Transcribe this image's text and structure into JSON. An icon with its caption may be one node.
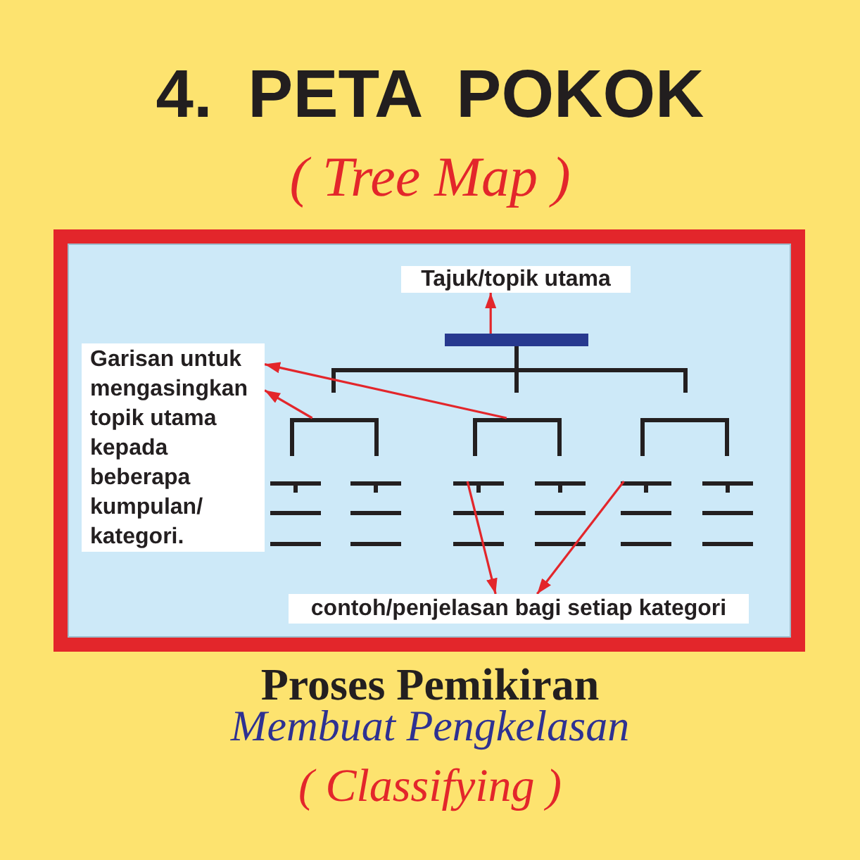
{
  "diagram": {
    "title": "4. PETA POKOK",
    "nodes": [
      {
        "text": [],
        "shape": "box"
      },
      {
        "text": [
          "Tajuk/topik utama"
        ],
        "in": 0
      },
      {
        "text": [],
        "shape": "bar",
        "in": 0
      },
      {
        "text": [],
        "shape": "bracket",
        "in": 0
      },
      {
        "text": [
          "Garisan untuk mengasingkan topik utama kepada beberapa kumpulan/ kategori."
        ],
        "in": 0
      },
      {
        "text": [],
        "shape": "bracket",
        "in": 0
      },
      {
        "text": [],
        "shape": "bracket",
        "in": 0
      },
      {
        "text": [],
        "shape": "bracket",
        "in": 0
      },
      {
        "text": [],
        "shape": "lines",
        "in": 0
      },
      {
        "text": [],
        "shape": "lines",
        "in": 0
      },
      {
        "text": [],
        "shape": "lines",
        "in": 0
      },
      {
        "text": [],
        "shape": "lines",
        "in": 0
      },
      {
        "text": [],
        "shape": "lines",
        "in": 0
      },
      {
        "text": [],
        "shape": "lines",
        "in": 0
      },
      {
        "text": [
          "contoh/penjelasan bagi setiap kategori"
        ],
        "in": 0
      }
    ],
    "edges": [
      {
        "from": 2,
        "to": 1,
        "arrow": "to"
      },
      {
        "from": 6,
        "to": 4,
        "arrow": "to"
      },
      {
        "from": 5,
        "to": 4,
        "arrow": "to"
      },
      {
        "from": 10,
        "to": 14,
        "arrow": "to"
      },
      {
        "from": 12,
        "to": 14,
        "arrow": "to"
      }
    ],
    "labels": [
      "( Tree Map )",
      "Proses Pemikiran",
      "Membuat Pengkelasan",
      "( Classifying )"
    ]
  }
}
